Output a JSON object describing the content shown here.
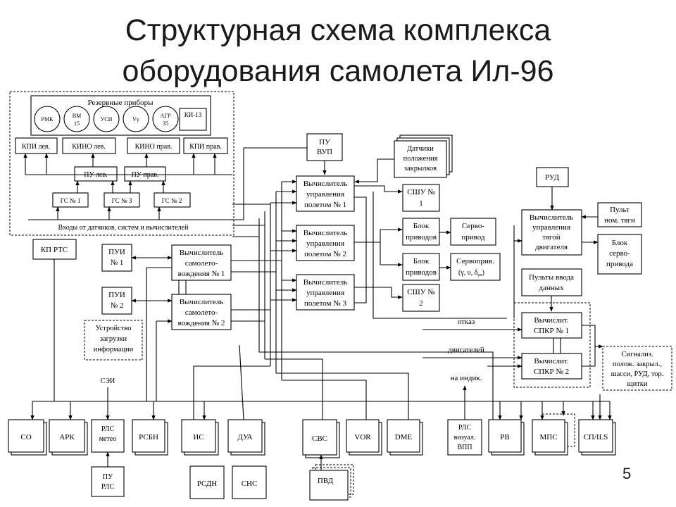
{
  "title": {
    "line1": "Структурная схема комплекса",
    "line2": "оборудования самолета Ил-96"
  },
  "page_number": "5",
  "reserve_group": {
    "label": "Резервные приборы",
    "gauges": [
      [
        "РМК",
        ""
      ],
      [
        "ВМ",
        "15"
      ],
      [
        "УСИ",
        ""
      ],
      [
        "Vу",
        ""
      ],
      [
        "АГР",
        "35"
      ]
    ],
    "ki13": "КИ-13",
    "kpi_left": "КПИ лев.",
    "kino_left": "КИНО лев.",
    "kino_right": "КИНО прав.",
    "kpi_right": "КПИ прав.",
    "pu_left": "ПУ лев.",
    "pu_right": "ПУ прав.",
    "gs1": "ГС № 1",
    "gs3": "ГС № 3",
    "gs2": "ГС № 2",
    "inputs": "Входы от датчиков, систем и вычислителей"
  },
  "blocks": {
    "pu_vup": [
      "ПУ",
      "ВУП"
    ],
    "flaps_sensors": [
      "Датчики",
      "положения",
      "закрылков"
    ],
    "vu1": [
      "Вычислитель",
      "управления",
      "полетом № 1"
    ],
    "vu2": [
      "Вычислитель",
      "управления",
      "полетом № 2"
    ],
    "vu3": [
      "Вычислитель",
      "управления",
      "полетом № 3"
    ],
    "ssu1": [
      "СШУ №",
      "1"
    ],
    "ssu2": [
      "СШУ №",
      "2"
    ],
    "drives1": [
      "Блок",
      "приводов"
    ],
    "drives2": [
      "Блок",
      "приводов"
    ],
    "servo": [
      "Серво-",
      "привод"
    ],
    "servo2": [
      "Сервоприв.",
      "(γ, υ, δ"
    ],
    "servo2_sub": "рн",
    "rud": "РУД",
    "thrust_calc": [
      "Вычислитель",
      "управления",
      "тягой",
      "двигателя"
    ],
    "thrust_panel": [
      "Пульт",
      "ном. тяги"
    ],
    "servo_block": [
      "Блок",
      "серво-",
      "привода"
    ],
    "input_panels": [
      "Пульты ввода",
      "данных"
    ],
    "spkr1": [
      "Вычислит.",
      "СПКР № 1"
    ],
    "spkr2": [
      "Вычислит.",
      "СПКР № 2"
    ],
    "signal": [
      "Сигнализ.",
      "полож. закрыл.,",
      "шасси, РУД, тор.",
      "щитки"
    ],
    "kp_rts": "КП РТС",
    "pui1": [
      "ПУИ",
      "№ 1"
    ],
    "pui2": [
      "ПУИ",
      "№ 2"
    ],
    "nav1": [
      "Вычислитель",
      "самолето-",
      "вождения № 1"
    ],
    "nav2": [
      "Вычислитель",
      "самолето-",
      "вождения № 2"
    ],
    "loader": [
      "Устройство",
      "загрузки",
      "информации"
    ],
    "engine_fail": [
      "отказ",
      "двигателей"
    ],
    "to_indic": "на индик.",
    "sei": "СЭИ"
  },
  "bottom_row": {
    "co": "СО",
    "ark": "АРК",
    "rls_meteo": [
      "РЛС",
      "метео"
    ],
    "rsbn": "РСБН",
    "is": "ИС",
    "dua": "ДУА",
    "svs": "СВС",
    "vor": "VOR",
    "dme": "DME",
    "rls_vis": [
      "РЛС",
      "визуал.",
      "ВПП"
    ],
    "rv": "РВ",
    "mps": "МПС",
    "sp_ils": "СП/ILS",
    "pu_rls": [
      "ПУ",
      "РЛС"
    ],
    "rsdn": "РСДН",
    "sns": "СНС",
    "pvd": "ПВД"
  }
}
